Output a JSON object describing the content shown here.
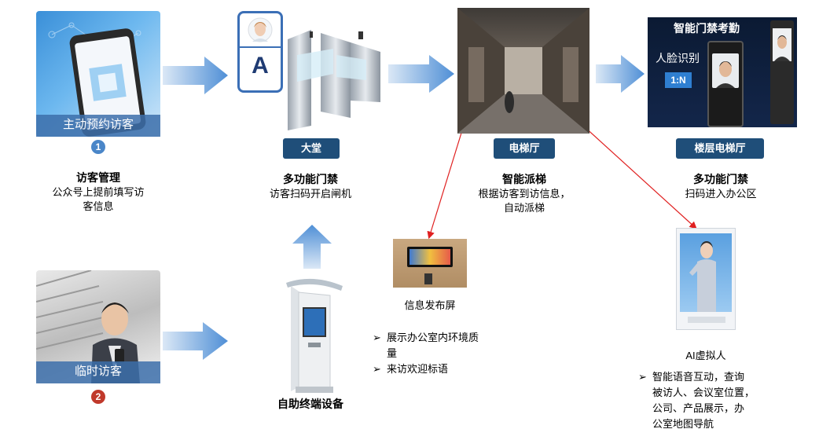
{
  "step1": {
    "caption": "主动预约访客",
    "number": "1",
    "title": "访客管理",
    "desc": [
      "公众号上提前填写访",
      "客信息"
    ]
  },
  "step2": {
    "caption": "临时访客",
    "number": "2"
  },
  "lobby": {
    "badge_letter": "A",
    "label": "大堂",
    "title": "多功能门禁",
    "desc": "访客扫码开启闸机"
  },
  "elevator_hall": {
    "label": "电梯厅",
    "title": "智能派梯",
    "desc": [
      "根据访客到访信息，",
      "自动派梯"
    ]
  },
  "floor_hall": {
    "screen_title": "智能门禁考勤",
    "screen_sub": "人脸识别",
    "screen_badge": "1:N",
    "label": "楼层电梯厅",
    "title": "多功能门禁",
    "desc": "扫码进入办公区"
  },
  "info_screen": {
    "label": "信息发布屏",
    "bullets": [
      "展示办公室内环境质",
      "量",
      "来访欢迎标语"
    ]
  },
  "kiosk": {
    "label": "自助终端设备"
  },
  "ai": {
    "label": "AI虚拟人",
    "bullets": [
      "智能语音互动，查询",
      "被访人、会议室位置，",
      "公司、产品展示，办",
      "公室地图导航"
    ]
  },
  "colors": {
    "arrow": "#5b9bd5",
    "label_bg": "#1f4e79",
    "step1": "#4a86c8",
    "step2": "#c0392b",
    "red_line": "#e02020"
  }
}
